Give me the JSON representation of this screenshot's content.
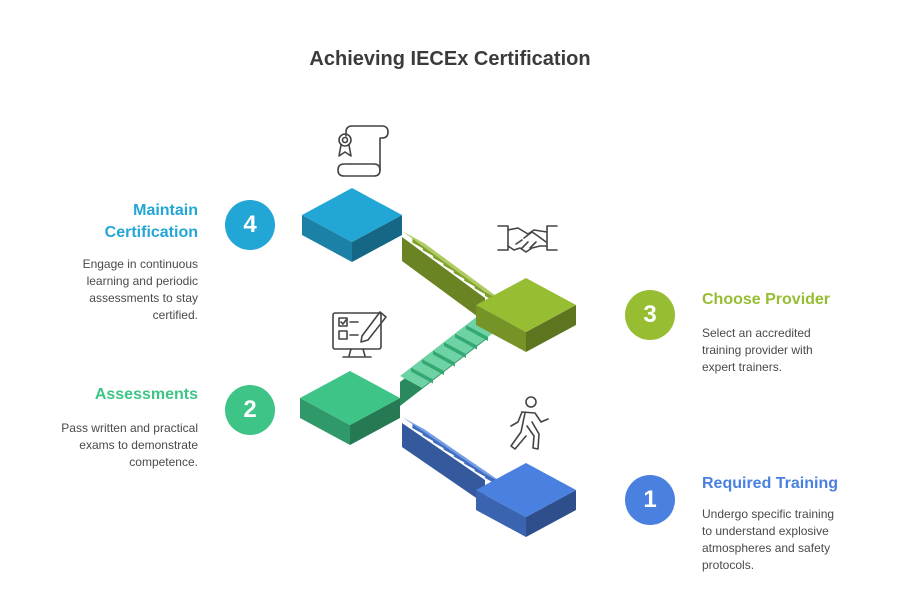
{
  "title": "Achieving IECEx Certification",
  "colors": {
    "step1": "#4a80e0",
    "step2": "#3dc486",
    "step3": "#97bd33",
    "step4": "#22a6d6",
    "title": "#3b3b3b",
    "text": "#4a4a4a",
    "icon": "#444444"
  },
  "steps": [
    {
      "number": "1",
      "title": "Required Training",
      "description_lines": [
        "Undergo specific training",
        "to understand explosive",
        "atmospheres and safety",
        "protocols."
      ],
      "icon": "walking-person-icon"
    },
    {
      "number": "2",
      "title": "Assessments",
      "description_lines": [
        "Pass written and practical",
        "exams to demonstrate",
        "competence."
      ],
      "icon": "monitor-checklist-icon"
    },
    {
      "number": "3",
      "title": "Choose Provider",
      "description_lines": [
        "Select an accredited",
        "training provider with",
        "expert trainers."
      ],
      "icon": "handshake-icon"
    },
    {
      "number": "4",
      "title_lines": [
        "Maintain",
        "Certification"
      ],
      "description_lines": [
        "Engage in continuous",
        "learning and periodic",
        "assessments to stay",
        "certified."
      ],
      "icon": "certificate-scroll-icon"
    }
  ]
}
